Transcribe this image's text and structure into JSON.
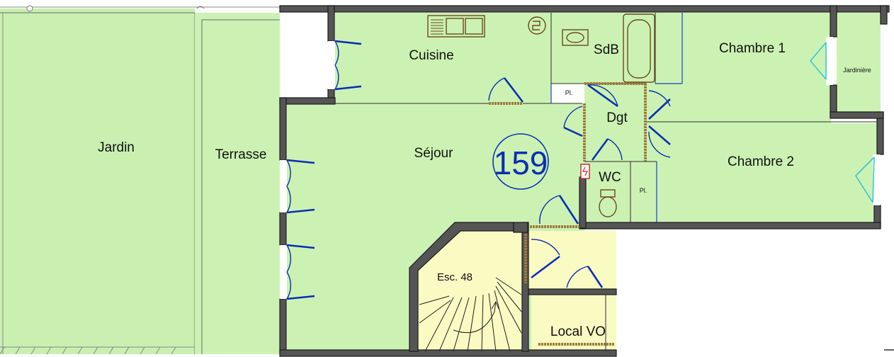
{
  "colors": {
    "room_fill": "#ccf2b3",
    "garden_fill": "#c9f0b0",
    "common_fill": "#fafac3",
    "wall": "#555555",
    "door_blue": "#0a2fb5",
    "partition_brown": "#a07a3a",
    "window_cyan": "#38c6d6"
  },
  "rooms": {
    "jardin": "Jardin",
    "terrasse": "Terrasse",
    "cuisine": "Cuisine",
    "sejour": "Séjour",
    "sdb": "SdB",
    "chambre1": "Chambre 1",
    "chambre2": "Chambre 2",
    "dgt": "Dgt",
    "wc": "WC",
    "jardiniere": "Jardinière",
    "esc": "Esc. 48",
    "local": "Local VO",
    "placard": "Pl."
  },
  "lot_number": "159"
}
